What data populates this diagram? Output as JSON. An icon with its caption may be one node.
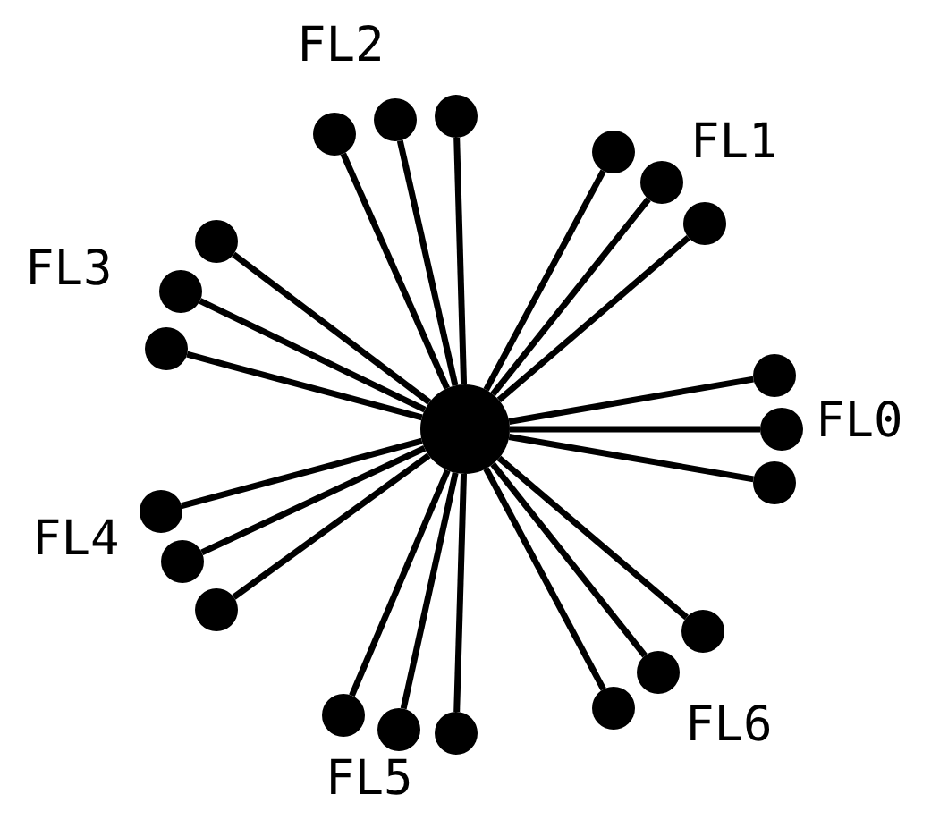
{
  "diagram": {
    "nodes": [
      {
        "text": [],
        "shape": "circle"
      },
      {
        "text": [],
        "shape": "circle"
      },
      {
        "text": [],
        "shape": "circle"
      },
      {
        "text": [],
        "shape": "circle"
      },
      {
        "text": [],
        "shape": "circle"
      },
      {
        "text": [],
        "shape": "circle"
      },
      {
        "text": [],
        "shape": "circle"
      },
      {
        "text": [],
        "shape": "circle"
      },
      {
        "text": [],
        "shape": "circle"
      },
      {
        "text": [],
        "shape": "circle"
      },
      {
        "text": [],
        "shape": "circle"
      },
      {
        "text": [],
        "shape": "circle"
      },
      {
        "text": [],
        "shape": "circle"
      },
      {
        "text": [],
        "shape": "circle"
      },
      {
        "text": [],
        "shape": "circle"
      },
      {
        "text": [],
        "shape": "circle"
      },
      {
        "text": [],
        "shape": "circle"
      },
      {
        "text": [],
        "shape": "circle"
      },
      {
        "text": [],
        "shape": "circle"
      },
      {
        "text": [],
        "shape": "circle"
      },
      {
        "text": [],
        "shape": "circle"
      },
      {
        "text": [],
        "shape": "circle"
      }
    ],
    "edges": [
      {
        "from": 0,
        "to": 1,
        "arrow": "none"
      },
      {
        "from": 0,
        "to": 2,
        "arrow": "none"
      },
      {
        "from": 0,
        "to": 3,
        "arrow": "none"
      },
      {
        "from": 0,
        "to": 4,
        "arrow": "none"
      },
      {
        "from": 0,
        "to": 5,
        "arrow": "none"
      },
      {
        "from": 0,
        "to": 6,
        "arrow": "none"
      },
      {
        "from": 0,
        "to": 7,
        "arrow": "none"
      },
      {
        "from": 0,
        "to": 8,
        "arrow": "none"
      },
      {
        "from": 0,
        "to": 9,
        "arrow": "none"
      },
      {
        "from": 0,
        "to": 10,
        "arrow": "none"
      },
      {
        "from": 0,
        "to": 11,
        "arrow": "none"
      },
      {
        "from": 0,
        "to": 12,
        "arrow": "none"
      },
      {
        "from": 0,
        "to": 13,
        "arrow": "none"
      },
      {
        "from": 0,
        "to": 14,
        "arrow": "none"
      },
      {
        "from": 0,
        "to": 15,
        "arrow": "none"
      },
      {
        "from": 0,
        "to": 16,
        "arrow": "none"
      },
      {
        "from": 0,
        "to": 17,
        "arrow": "none"
      },
      {
        "from": 0,
        "to": 18,
        "arrow": "none"
      },
      {
        "from": 0,
        "to": 19,
        "arrow": "none"
      },
      {
        "from": 0,
        "to": 20,
        "arrow": "none"
      },
      {
        "from": 0,
        "to": 21,
        "arrow": "none"
      }
    ],
    "labels": [
      "FL2",
      "FL1",
      "FL3",
      "FL0",
      "FL4",
      "FL5",
      "FL6"
    ]
  }
}
